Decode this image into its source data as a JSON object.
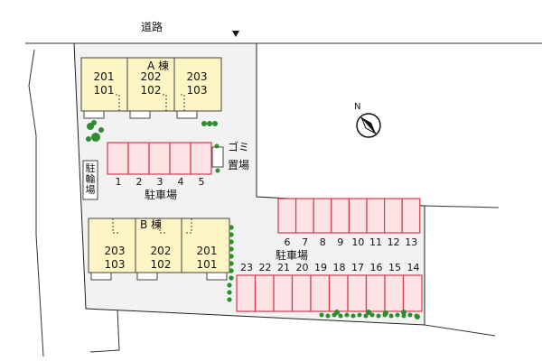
{
  "road": {
    "label": "道路"
  },
  "north": {
    "letter": "N"
  },
  "colors": {
    "building": "#fdf5c4",
    "lot": "#f2f2f2",
    "parking_fill": "#fde2e6",
    "parking_stroke": "#d33a4d",
    "tree": "#2e8b2e"
  },
  "building_a": {
    "label": "A 棟",
    "units": [
      {
        "upper": "201",
        "lower": "101"
      },
      {
        "upper": "202",
        "lower": "102"
      },
      {
        "upper": "203",
        "lower": "103"
      }
    ]
  },
  "building_b": {
    "label": "B 棟",
    "units": [
      {
        "upper": "203",
        "lower": "103"
      },
      {
        "upper": "202",
        "lower": "102"
      },
      {
        "upper": "201",
        "lower": "101"
      }
    ]
  },
  "bike_parking": {
    "label": "駐輪場"
  },
  "garbage": {
    "line1": "ゴミ",
    "line2": "置場"
  },
  "parking_west": {
    "label": "駐車場",
    "spaces": [
      "1",
      "2",
      "3",
      "4",
      "5"
    ]
  },
  "parking_east": {
    "label": "駐車場",
    "top_spaces": [
      "6",
      "7",
      "8",
      "9",
      "10",
      "11",
      "12",
      "13"
    ],
    "bottom_spaces": [
      "23",
      "22",
      "21",
      "20",
      "19",
      "18",
      "17",
      "16",
      "15",
      "14"
    ]
  }
}
